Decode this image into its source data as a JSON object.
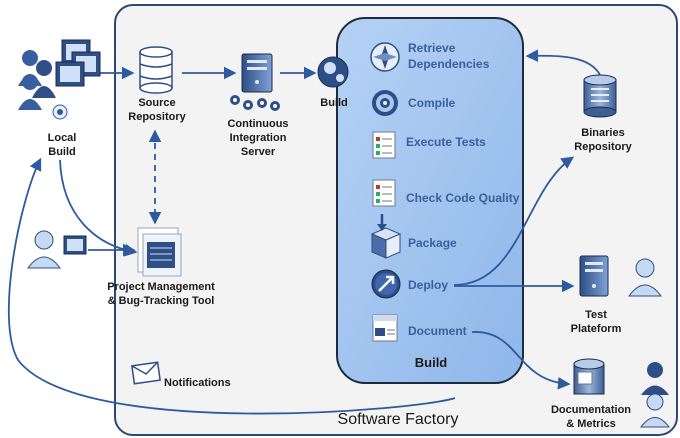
{
  "diagram": {
    "factory_label": "Software Factory",
    "build_title": "Build",
    "build_small": "Build",
    "nodes": {
      "local_build": [
        "Local",
        "Build"
      ],
      "source_repo": [
        "Source",
        "Repository"
      ],
      "ci_server": [
        "Continuous",
        "Integration",
        "Server"
      ],
      "pm_tool": [
        "Project Management",
        "& Bug-Tracking Tool"
      ],
      "notifications": "Notifications",
      "binaries_repo": [
        "Binaries",
        "Repository"
      ],
      "test_platform": [
        "Test",
        "Plateform"
      ],
      "docs_metrics": [
        "Documentation",
        "& Metrics"
      ]
    },
    "steps": [
      {
        "label": "Retrieve Dependencies",
        "lines": [
          "Retrieve",
          "Dependencies"
        ],
        "icon": "compass-icon"
      },
      {
        "label": "Compile",
        "lines": [
          "Compile"
        ],
        "icon": "gear-icon"
      },
      {
        "label": "Execute Tests",
        "lines": [
          "Execute Tests"
        ],
        "icon": "checklist-icon"
      },
      {
        "label": "Check Code Quality",
        "lines": [
          "Check Code Quality"
        ],
        "icon": "checklist-icon"
      },
      {
        "label": "Package",
        "lines": [
          "Package"
        ],
        "icon": "box-icon"
      },
      {
        "label": "Deploy",
        "lines": [
          "Deploy"
        ],
        "icon": "deploy-arrow-icon"
      },
      {
        "label": "Document",
        "lines": [
          "Document"
        ],
        "icon": "document-icon"
      }
    ],
    "colors": {
      "factory_bg": "#f3f3f3",
      "factory_border": "#2b4a6f",
      "build_fill": "#a8c8f0",
      "arrow": "#2e5aa0",
      "step_text": "#3a5f9a"
    }
  }
}
